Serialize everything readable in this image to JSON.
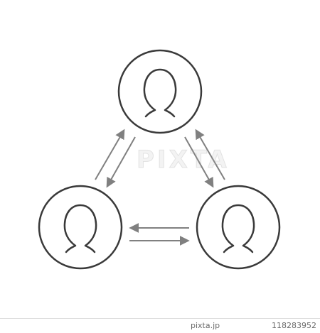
{
  "watermark": {
    "text": "PIXTA"
  },
  "footer": {
    "brand": "pixta.jp",
    "image_id": "118283952"
  },
  "colors": {
    "circle_stroke": "#3a3a3a",
    "person_stroke": "#3a3a3a",
    "arrow": "#808080",
    "background": "#ffffff"
  },
  "icons": [
    "person-icon",
    "arrow-icon"
  ]
}
